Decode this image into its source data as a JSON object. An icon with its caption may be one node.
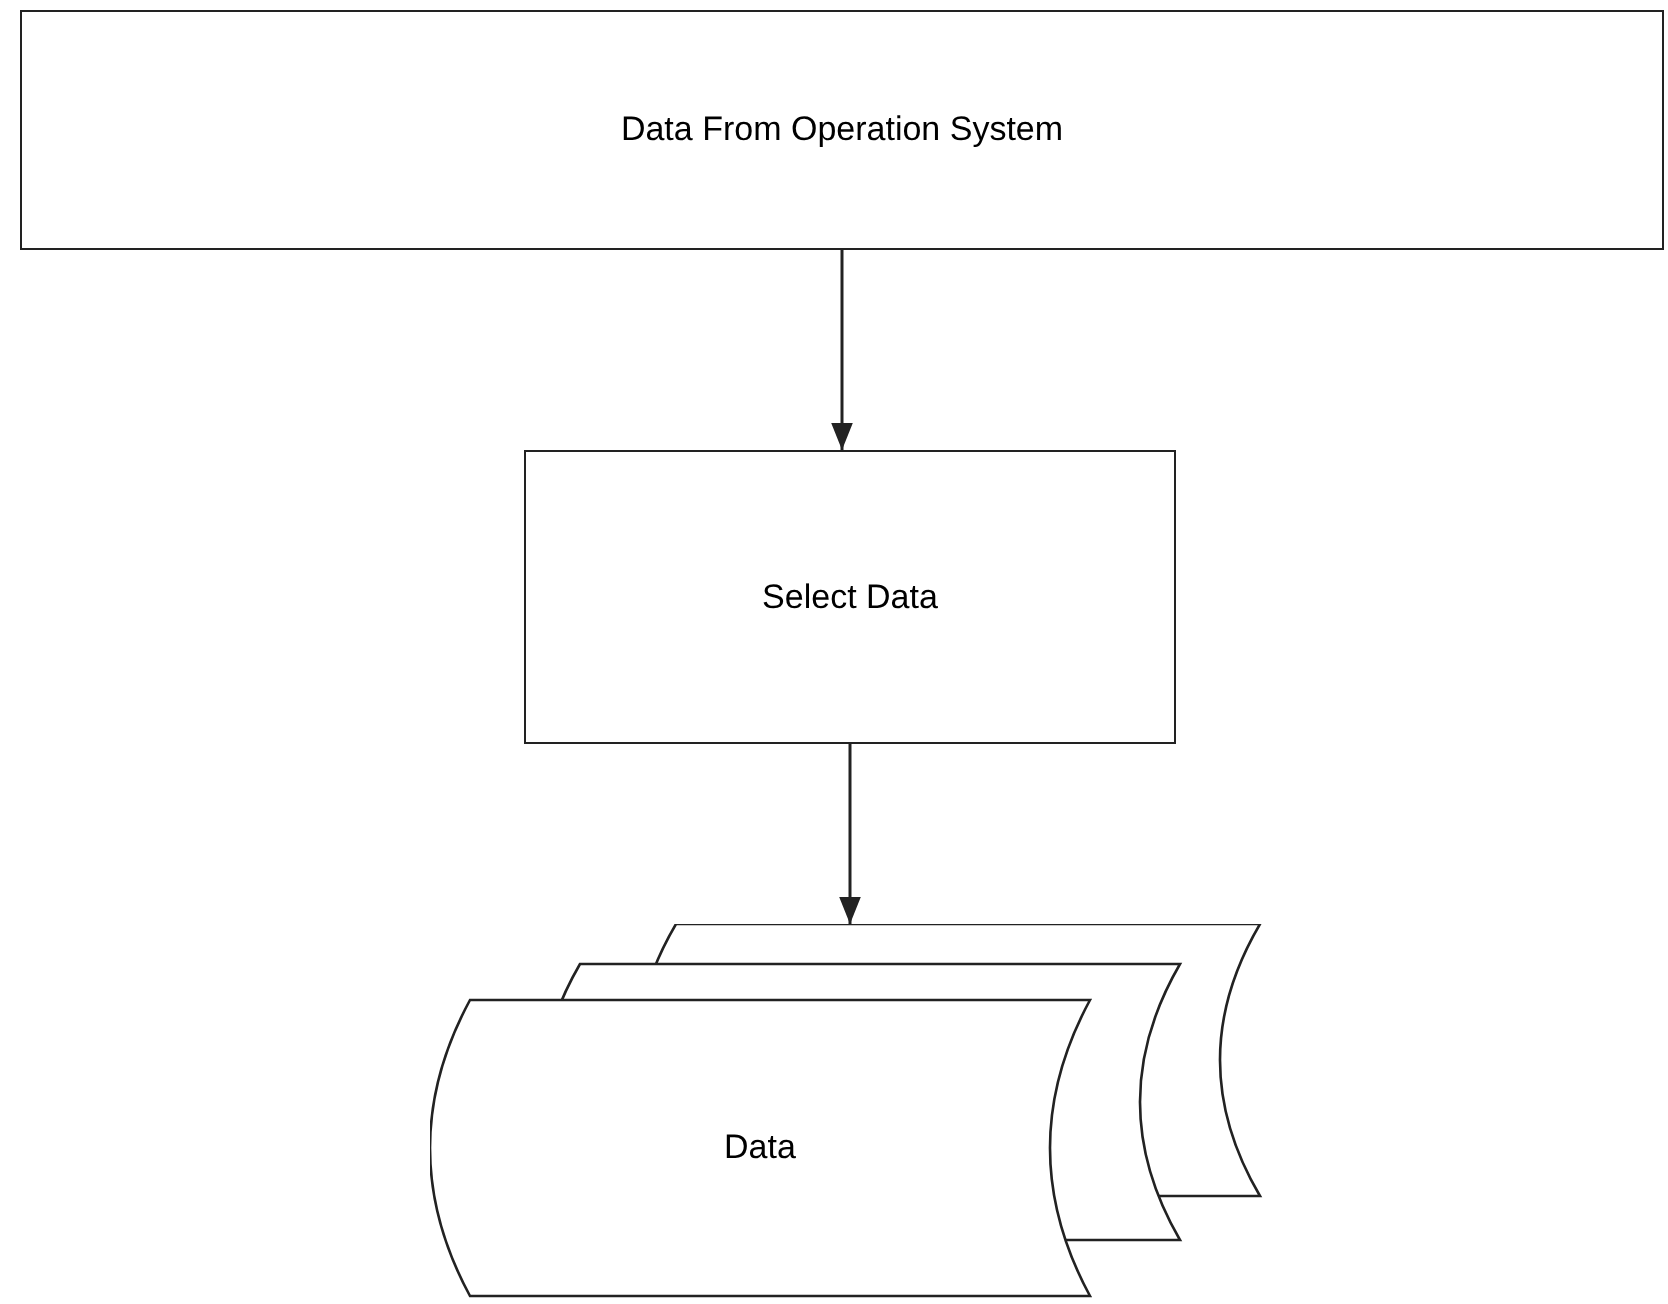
{
  "diagram": {
    "nodes": [
      {
        "text": [
          "Data From Operation System"
        ]
      },
      {
        "text": [
          "Select Data"
        ]
      },
      {
        "text": [
          "Data"
        ]
      }
    ],
    "edges": [
      {
        "from": 0,
        "to": 1,
        "arrow": "to"
      },
      {
        "from": 1,
        "to": 2,
        "arrow": "to"
      }
    ]
  }
}
